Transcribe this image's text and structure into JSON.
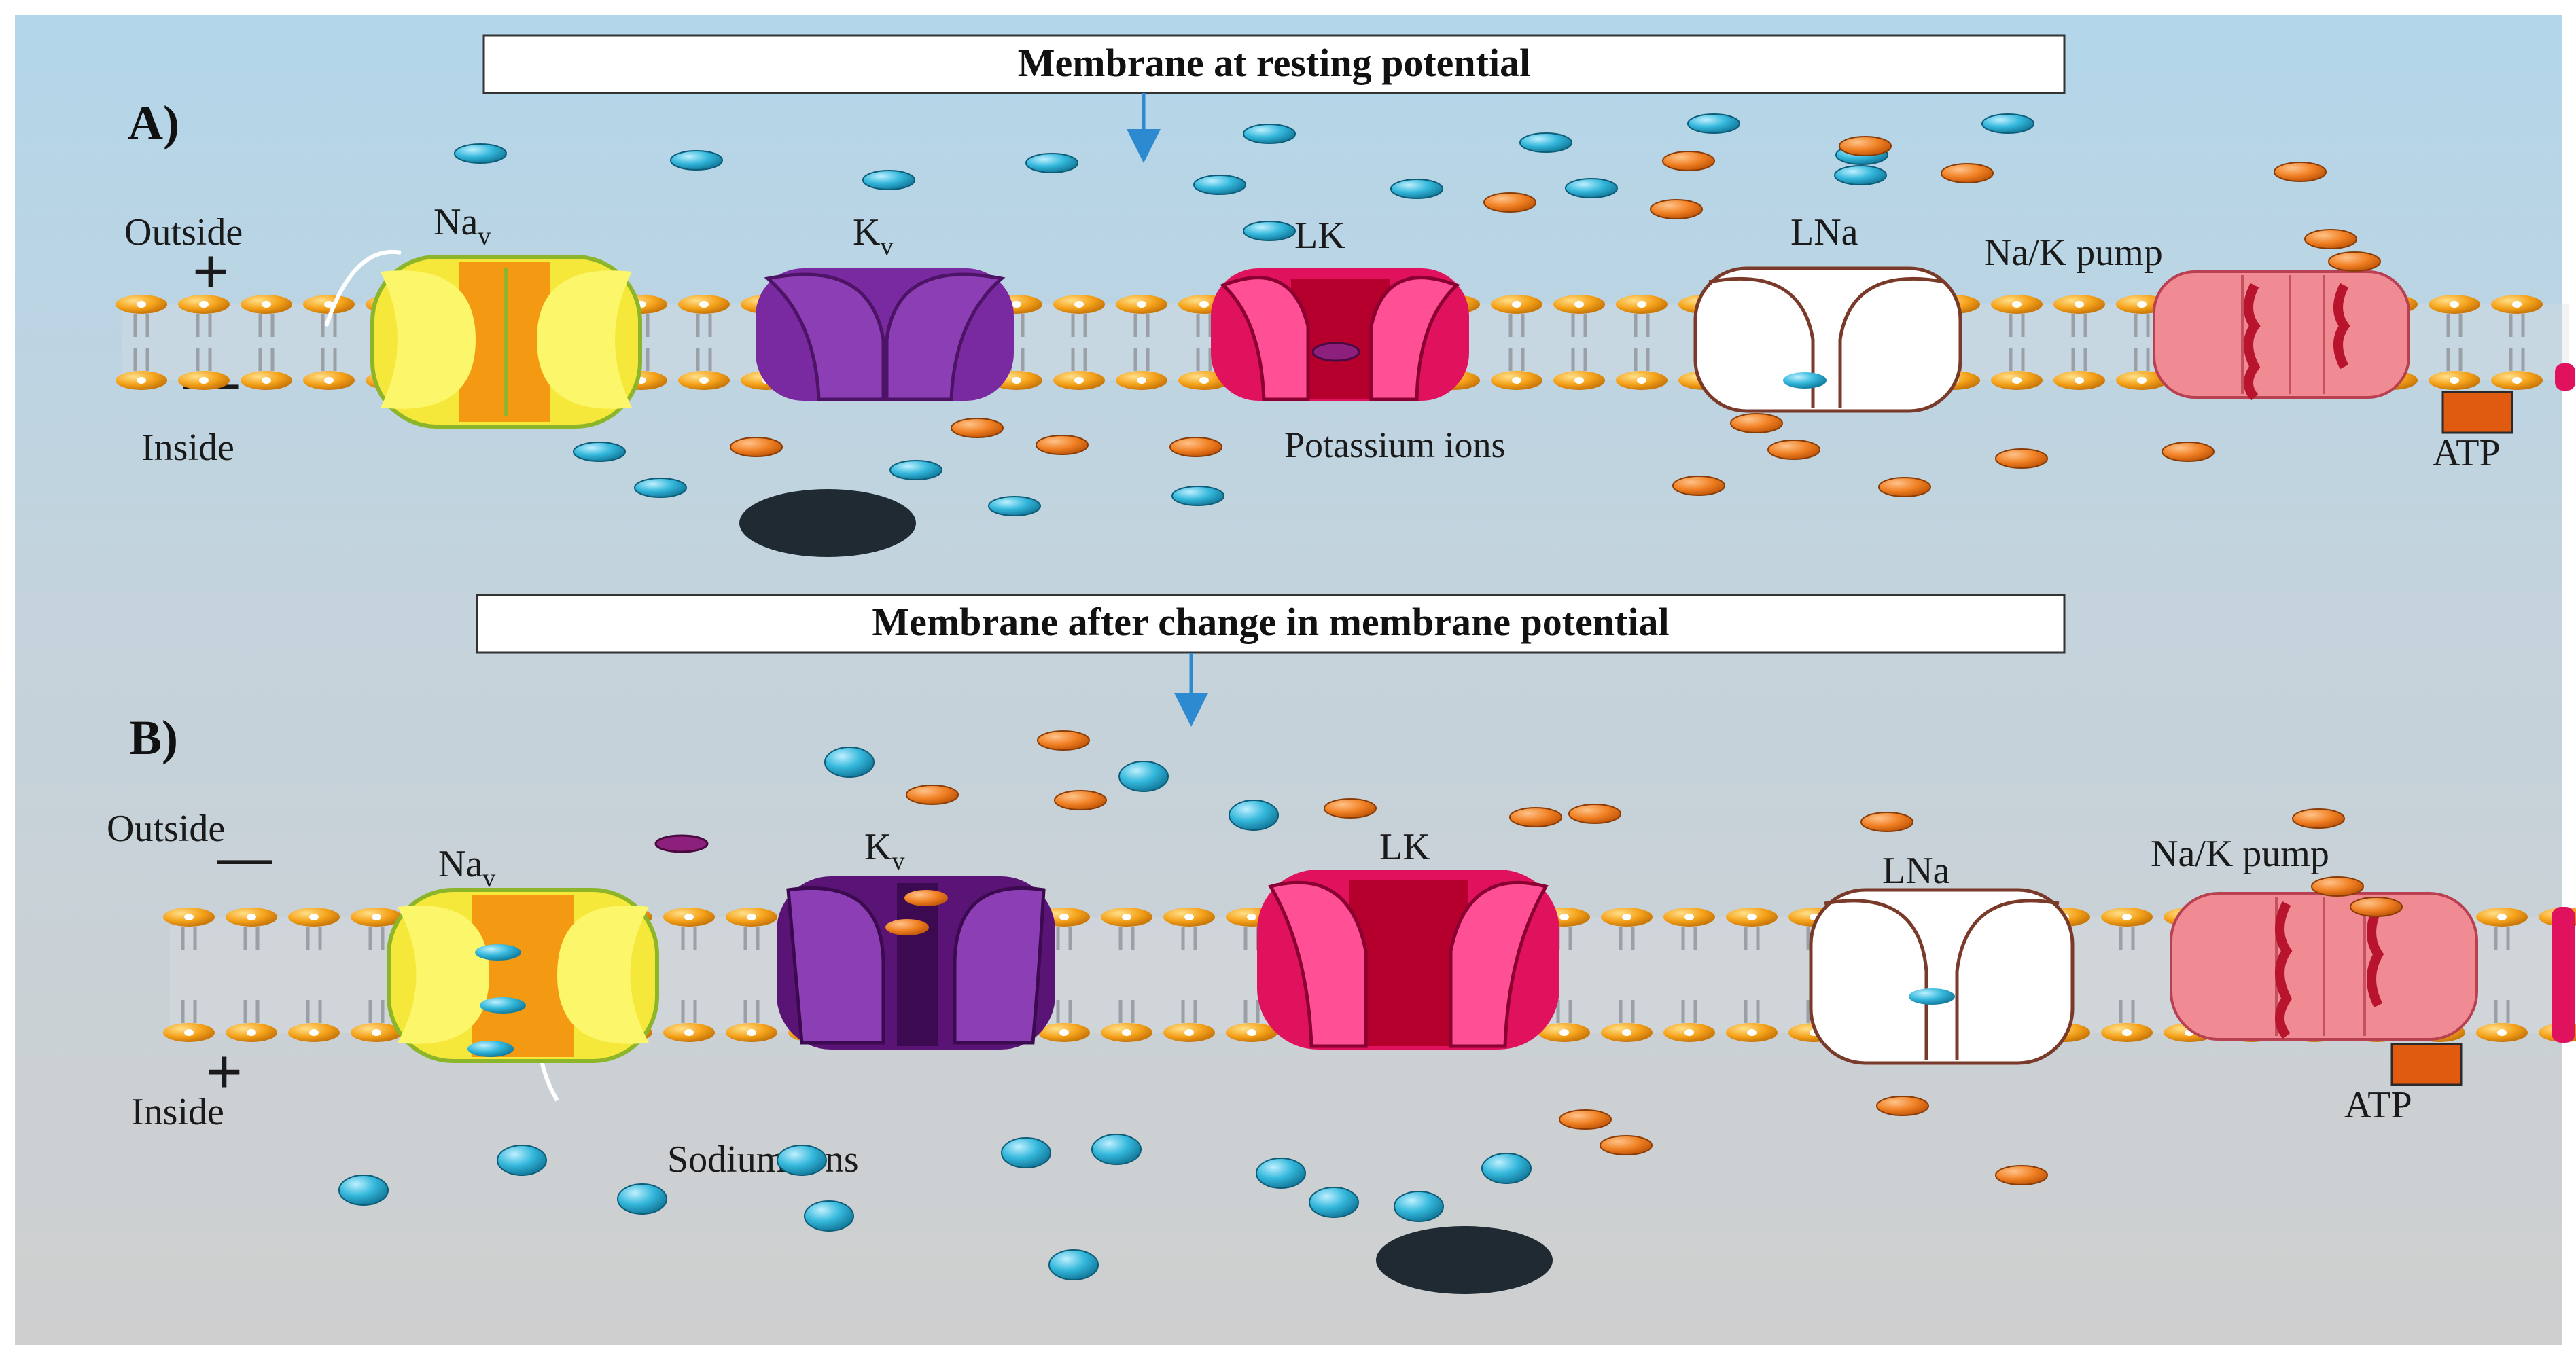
{
  "panel_a": {
    "letter": "A)",
    "title": "Membrane at resting potential",
    "outside_label": "Outside",
    "outside_sign": "+",
    "inside_label": "Inside",
    "inside_sign": "—",
    "channel_nav_main": "Na",
    "channel_nav_sub": "v",
    "channel_kv_main": "K",
    "channel_kv_sub": "v",
    "channel_lk": "LK",
    "channel_lna": "LNa",
    "pump_label": "Na/K pump",
    "atp_label": "ATP",
    "ion_label": "Potassium ions"
  },
  "panel_b": {
    "letter": "B)",
    "title": "Membrane after change in membrane potential",
    "outside_label": "Outside",
    "outside_sign": "—",
    "inside_label": "Inside",
    "inside_sign": "+",
    "channel_nav_main": "Na",
    "channel_nav_sub": "v",
    "channel_kv_main": "K",
    "channel_kv_sub": "v",
    "channel_lk": "LK",
    "channel_lna": "LNa",
    "pump_label": "Na/K pump",
    "atp_label": "ATP",
    "ion_label": "Sodium ions"
  },
  "colors": {
    "sodium_ion": "#2bb3d9",
    "potassium_ion": "#f07f22",
    "membrane_head": "#f5a21a",
    "nav_channel": "#f6f04a",
    "kv_channel": "#7a2aa0",
    "lk_channel": "#e0125e",
    "lna_channel": "#ffffff",
    "pump": "#f08a93",
    "atp": "#e05a10"
  }
}
